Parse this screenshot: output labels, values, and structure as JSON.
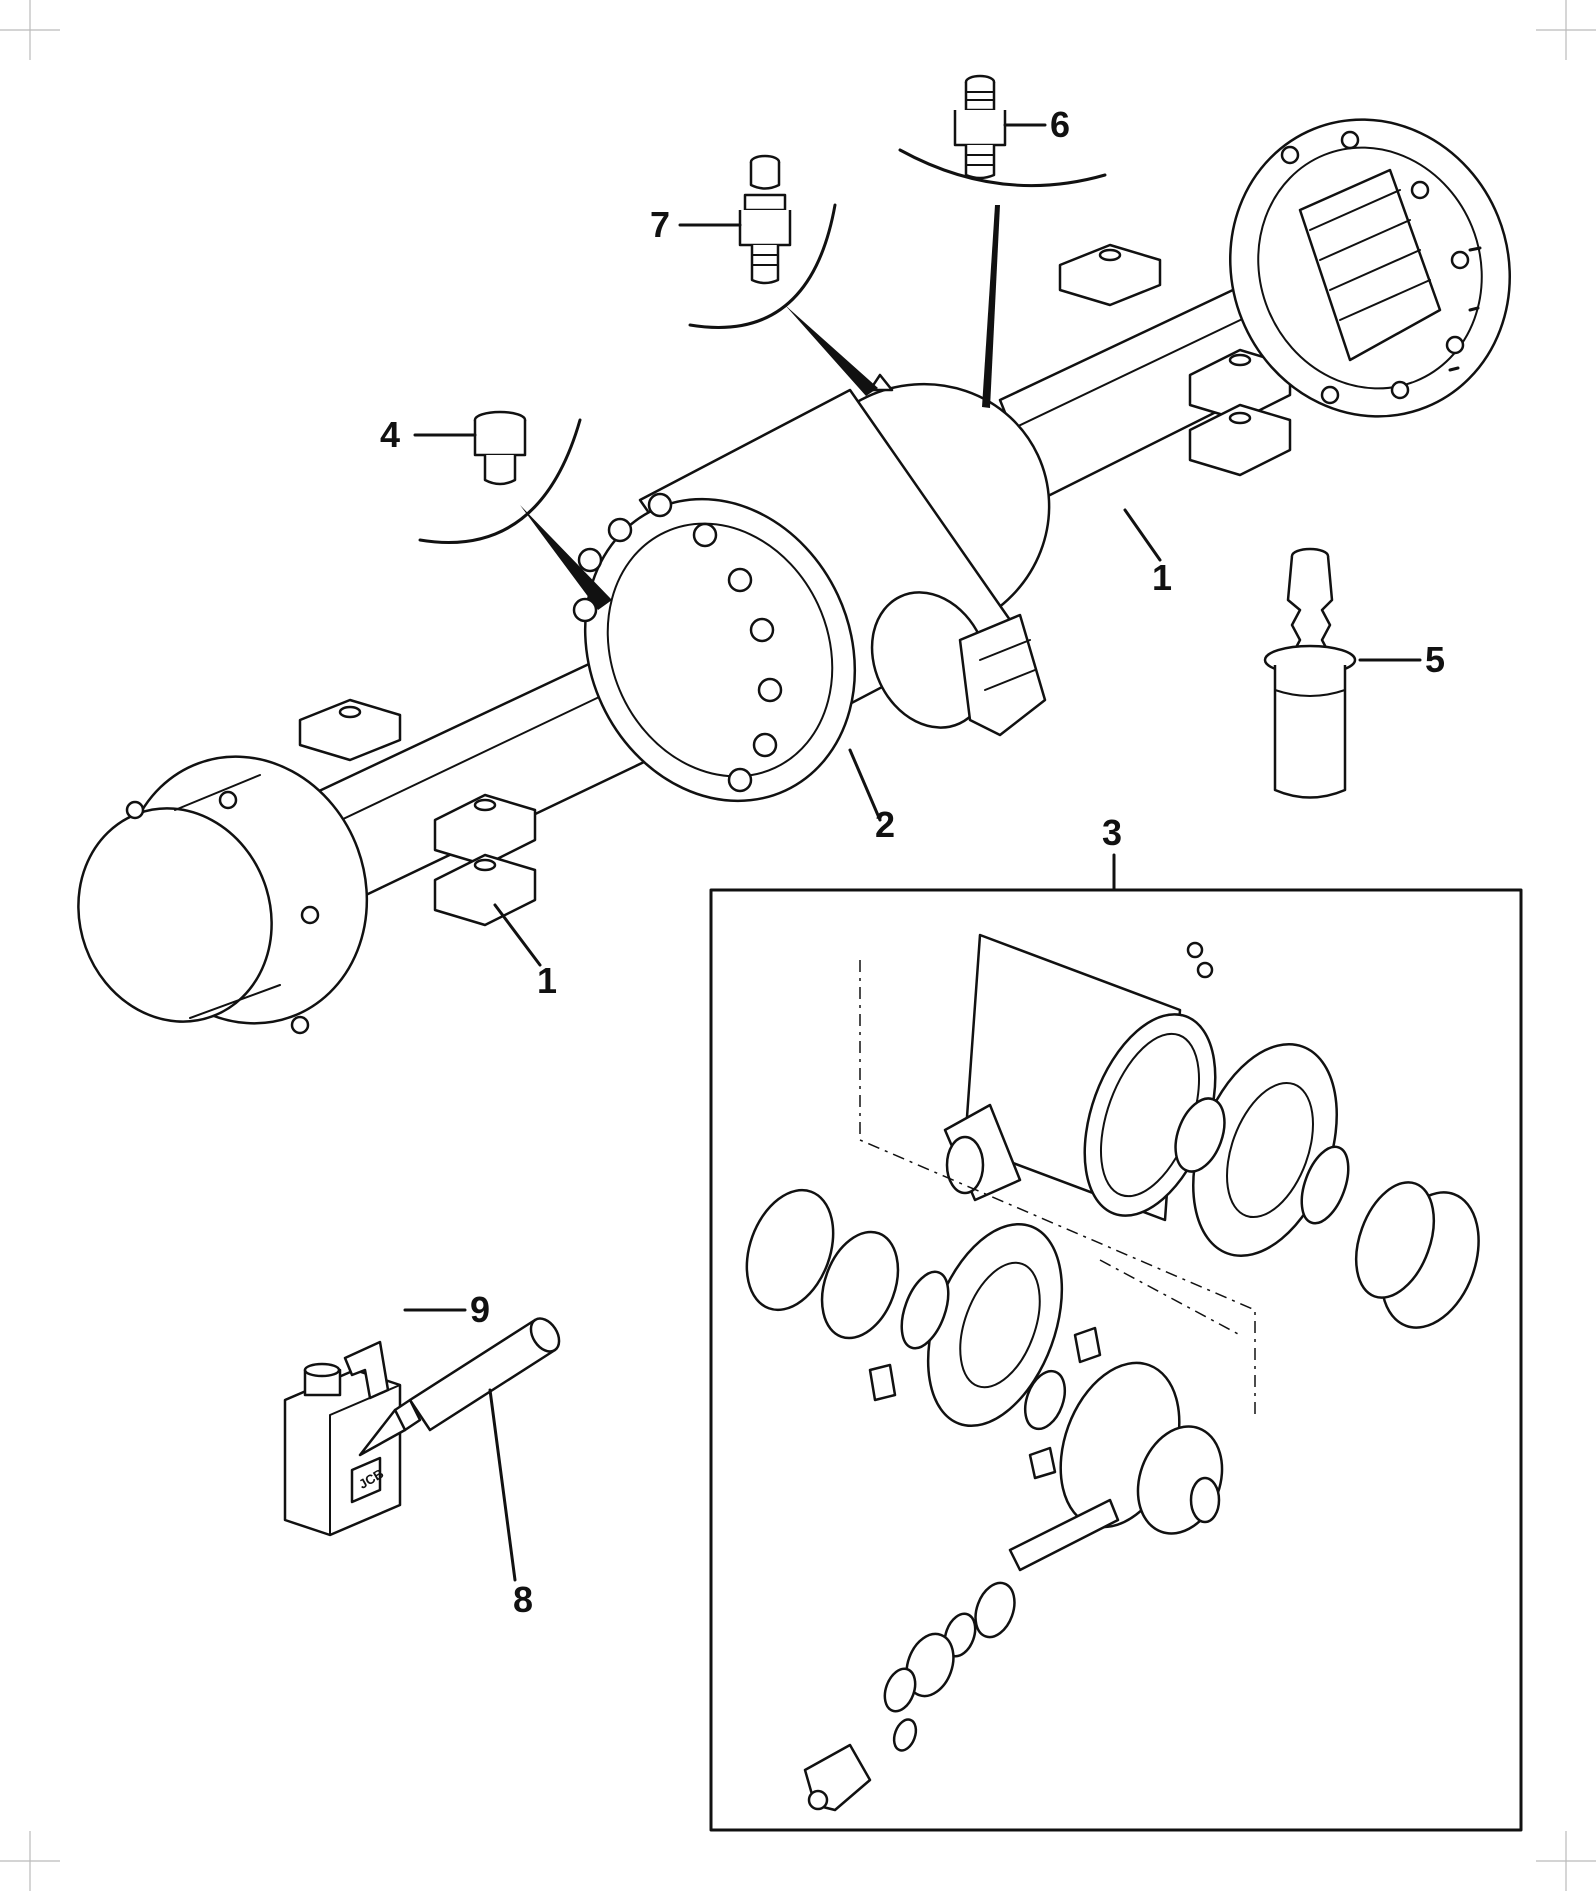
{
  "callouts": {
    "axle_housing_right": "1",
    "axle_housing_left": "1",
    "center_housing": "2",
    "differential_kit": "3",
    "level_plug": "4",
    "breather": "5",
    "adapter": "6",
    "grease_nipple": "7",
    "sealant_tube": "8",
    "oil_can": "9"
  },
  "oil_can_logo": "JCB",
  "line_color": "#111111",
  "background_color": "#ffffff"
}
